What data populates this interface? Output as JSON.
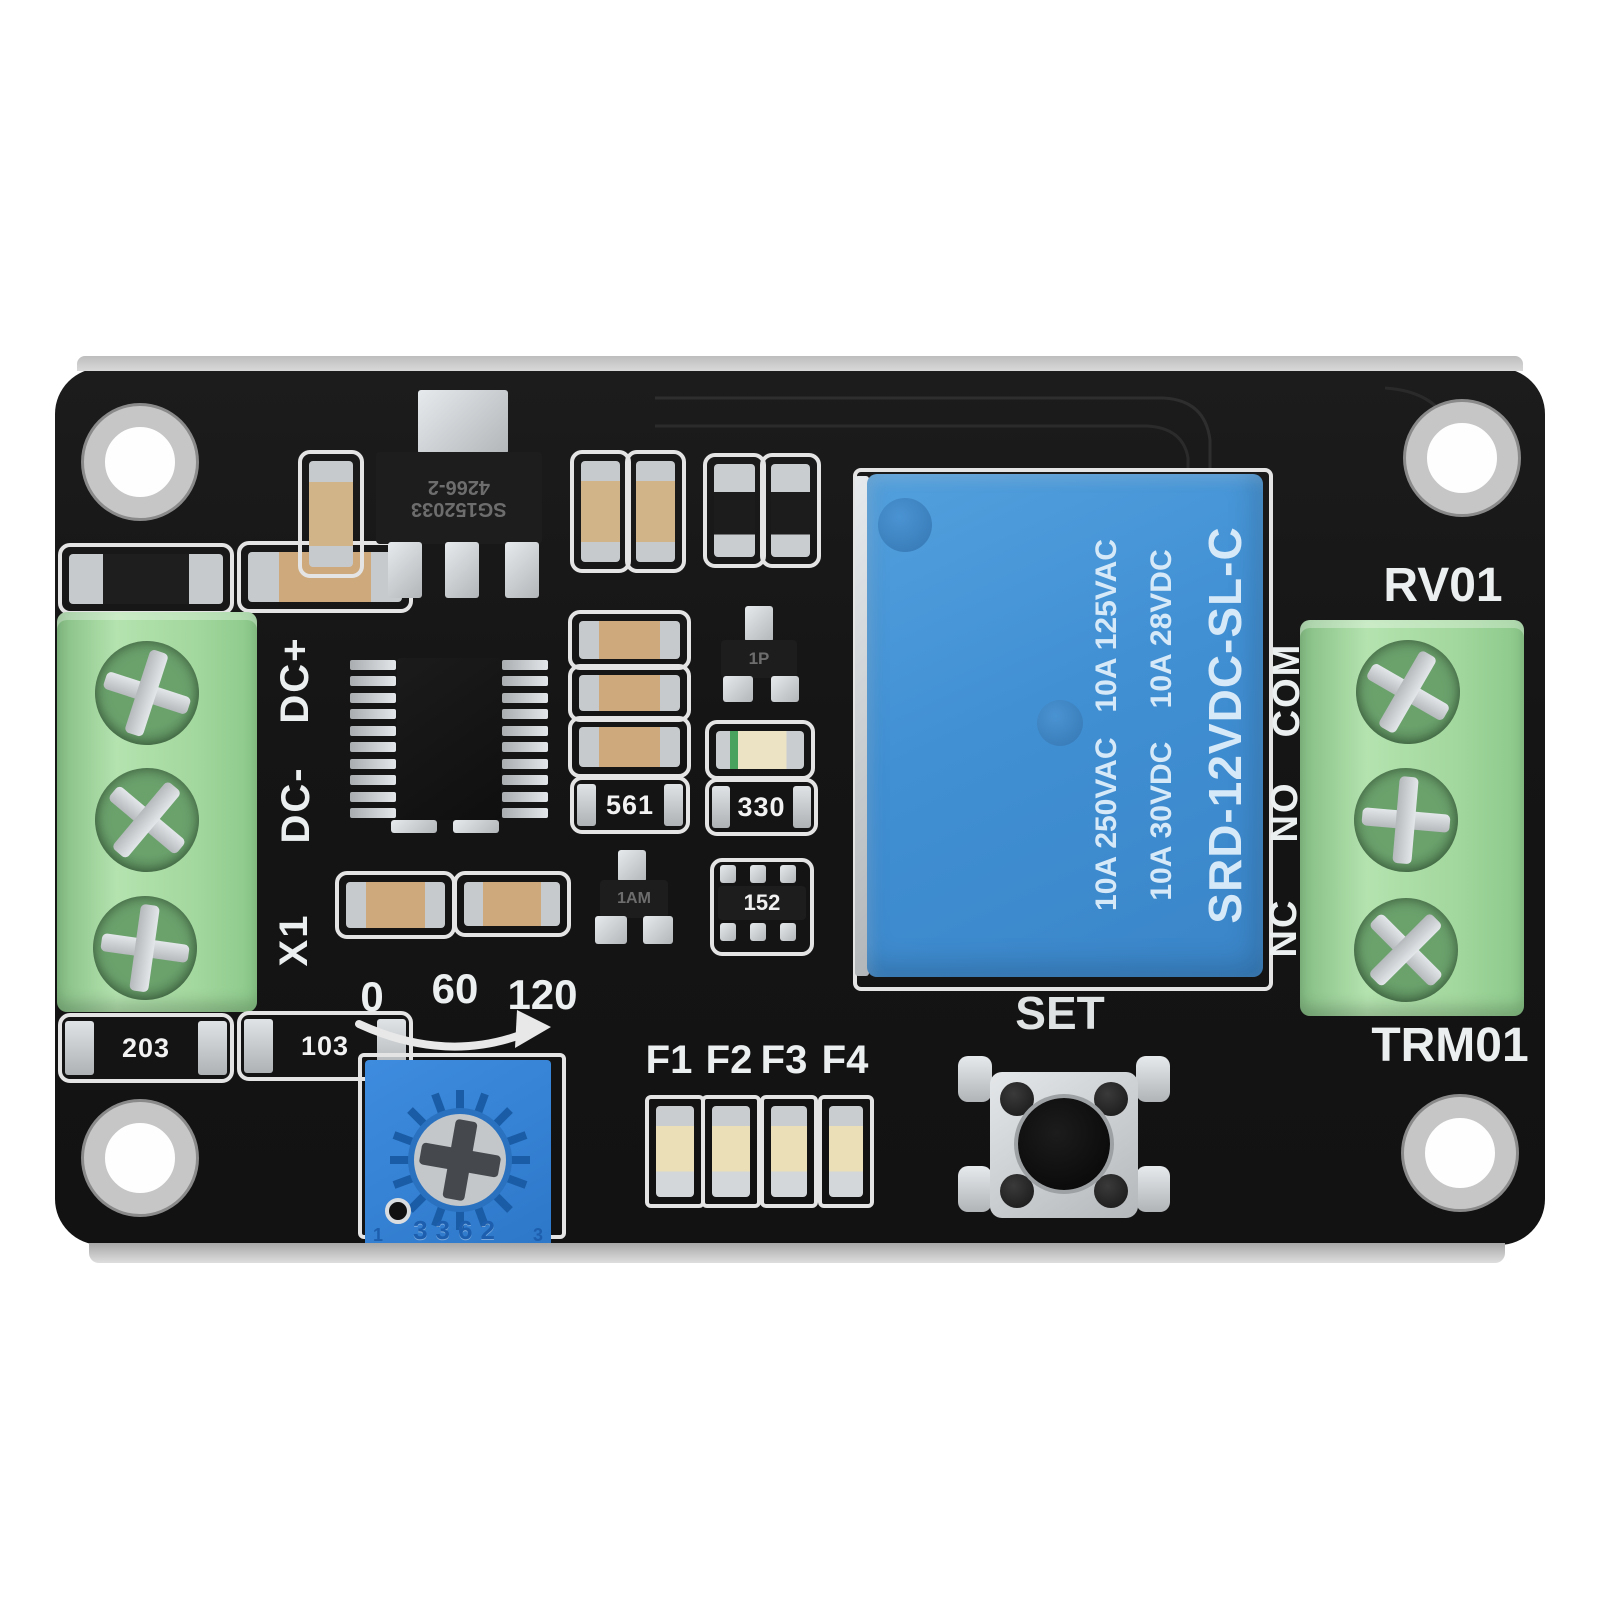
{
  "labels": {
    "top_right_designator": "RV01",
    "bottom_right_designator": "TRM01",
    "set_button": "SET"
  },
  "power_terminal": {
    "pin_labels": [
      "DC+",
      "DC-",
      "X1"
    ]
  },
  "relay_terminal": {
    "pin_labels": [
      "COM",
      "NO",
      "NC"
    ]
  },
  "dial": {
    "tick_labels": [
      "0",
      "60",
      "120"
    ]
  },
  "led_indicators": {
    "labels": [
      "F1",
      "F2",
      "F3",
      "F4"
    ]
  },
  "relay": {
    "rating_line_1": "10A 250VAC   10A 125VAC",
    "rating_line_2": "10A 30VDC    10A 28VDC",
    "model": "SRD-12VDC-SL-C"
  },
  "trimmer": {
    "model": "3362",
    "pin_label_1": "1",
    "pin_label_3": "3"
  },
  "ic_markings": {
    "regulator_line_1": "SG152033",
    "regulator_line_2": "4266-2",
    "transistor_small": "1P",
    "transistor_1am": "1AM",
    "resistor_network": "152",
    "resistor_561": "561",
    "resistor_330": "330",
    "resistor_203": "203",
    "resistor_103": "103"
  },
  "colors": {
    "background": "#ffffff",
    "pcb": "#161616",
    "silkscreen": "#e8e8e8",
    "relay_blue": "#3f8cd0",
    "trimmer_blue": "#2e7fd2",
    "terminal_green": "#a6d9a1",
    "led_amber": "#e9dcae",
    "metal_silver": "#c9cdd0"
  }
}
